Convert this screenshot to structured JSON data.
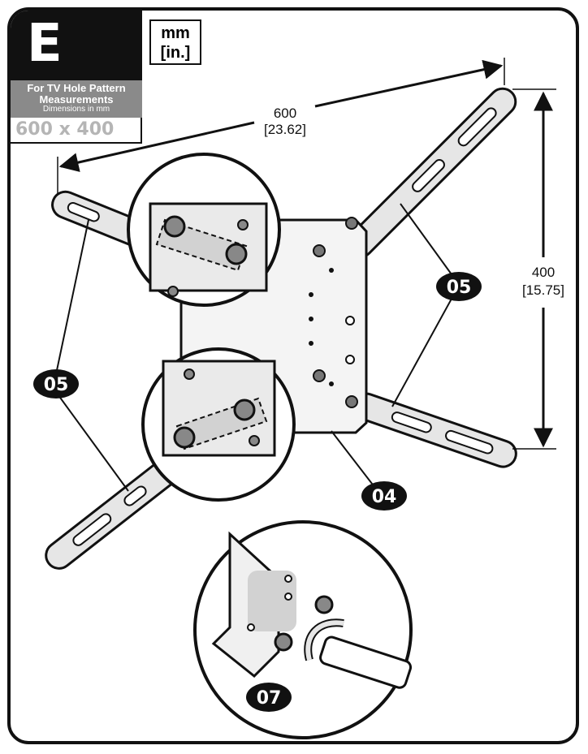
{
  "step": {
    "letter": "E"
  },
  "info": {
    "line1": "For TV Hole Pattern",
    "line2": "Measurements",
    "line3": "Dimensions in mm",
    "pattern": "600 x 400"
  },
  "units": {
    "primary": "mm",
    "secondary": "[in.]"
  },
  "dimensions": {
    "width_mm": "600",
    "width_in": "[23.62]",
    "height_mm": "400",
    "height_in": "[15.75]"
  },
  "callouts": {
    "arms_right": "05",
    "arms_left": "05",
    "plate": "04",
    "screw": "07"
  },
  "colors": {
    "ink": "#111111",
    "label_gray": "#8a8a8a",
    "pattern_gray": "#b5b5b5",
    "metal": "#e6e6e6"
  }
}
